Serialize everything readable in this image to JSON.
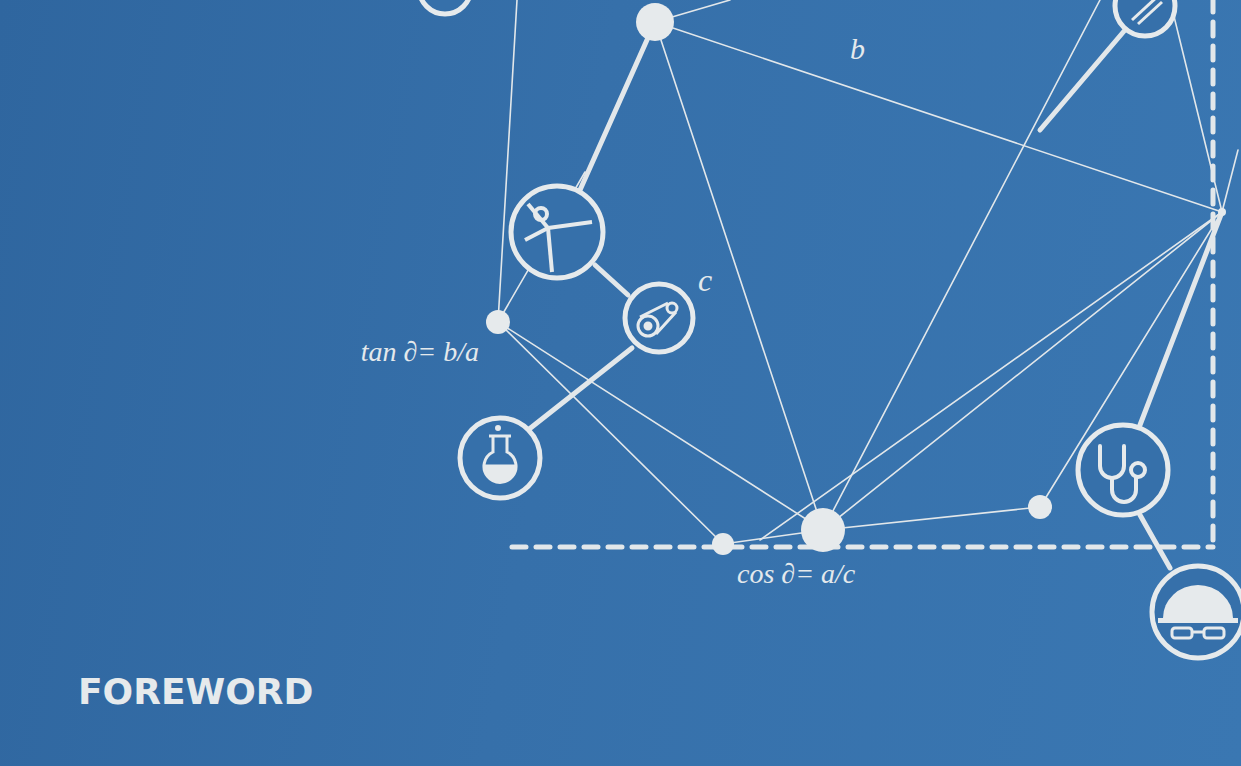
{
  "diagram": {
    "title": "FOREWORD",
    "labels": [
      "b",
      "c",
      "tan ∂= b/a",
      "cos ∂= a/c"
    ]
  }
}
